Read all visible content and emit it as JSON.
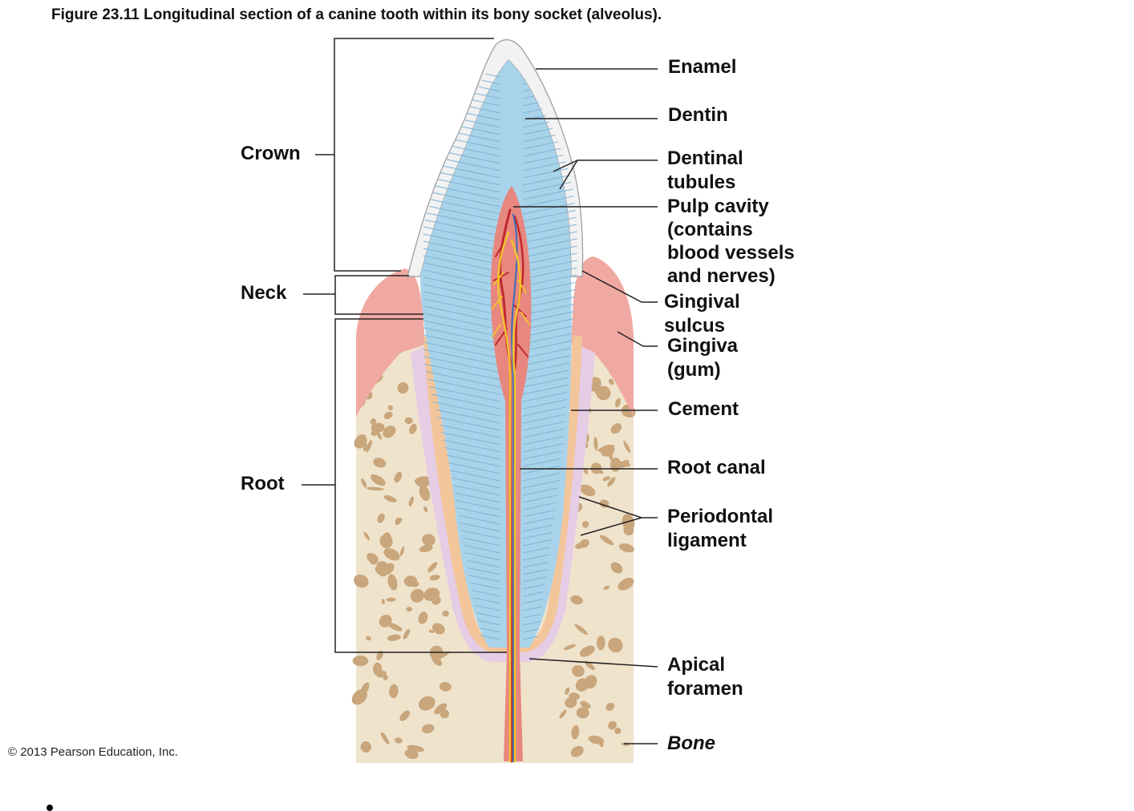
{
  "figure": {
    "caption": "Figure 23.11  Longitudinal section of a canine tooth within its bony socket (alveolus).",
    "copyright": "© 2013 Pearson Education, Inc."
  },
  "regions": {
    "crown": "Crown",
    "neck": "Neck",
    "root": "Root"
  },
  "labels": {
    "enamel": "Enamel",
    "dentin": "Dentin",
    "dentinal_tubules": [
      "Dentinal",
      "tubules"
    ],
    "pulp_cavity": [
      "Pulp cavity",
      "(contains",
      "blood vessels",
      "and nerves)"
    ],
    "gingival_sulcus": [
      "Gingival",
      "sulcus"
    ],
    "gingiva": [
      "Gingiva",
      "(gum)"
    ],
    "cement": "Cement",
    "root_canal": "Root canal",
    "periodontal_ligament": [
      "Periodontal",
      "ligament"
    ],
    "apical_foramen": [
      "Apical",
      "foramen"
    ],
    "bone": "Bone"
  },
  "colors": {
    "enamel": "#f2f2f2",
    "dentin": "#a9d3ea",
    "pulp": "#e8877f",
    "gingiva": "#f0a9a2",
    "bone": "#efe3cc",
    "bone_spots": "#c9a67c",
    "periodontal_ligament": "#e6cde6",
    "cement": "#f3c59a",
    "nerve": "#f2c230",
    "artery": "#c0292b",
    "vein": "#3b6bb8"
  }
}
